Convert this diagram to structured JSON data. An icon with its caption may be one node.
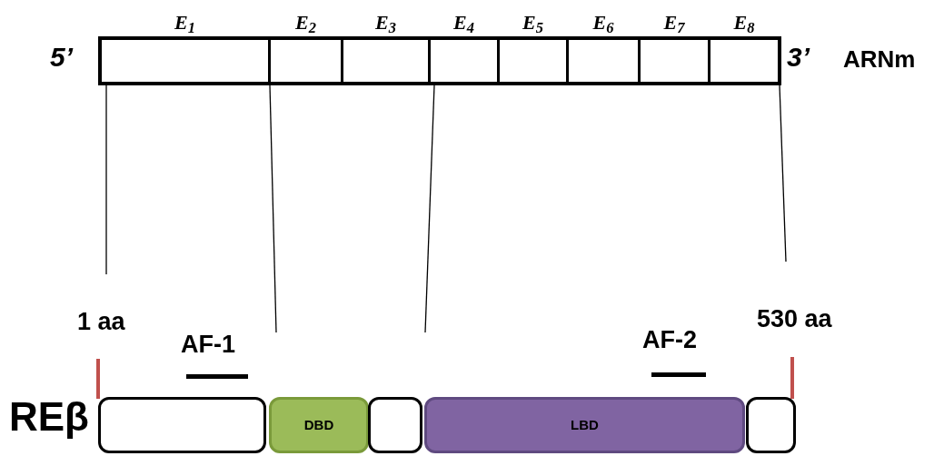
{
  "diagram": {
    "nodes": [
      {
        "text": [
          "E$_{1}$"
        ]
      },
      {
        "text": [
          "E$_{2}$"
        ]
      },
      {
        "text": [
          "E$_{3}$"
        ]
      },
      {
        "text": [
          "E$_{4}$"
        ]
      },
      {
        "text": [
          "E$_{5}$"
        ]
      },
      {
        "text": [
          "E$_{6}$"
        ]
      },
      {
        "text": [
          "E$_{7}$"
        ]
      },
      {
        "text": [
          "E$_{8}$"
        ]
      },
      {
        "text": [],
        "shape": "box"
      },
      {
        "text": [
          "DBD"
        ]
      },
      {
        "text": [],
        "shape": "box"
      },
      {
        "text": [
          "LBD"
        ]
      },
      {
        "text": [],
        "shape": "box"
      }
    ],
    "edges": [
      {
        "from": 0,
        "to": null,
        "arrow": "none"
      },
      {
        "from": 1,
        "to": null,
        "arrow": "none"
      },
      {
        "from": 3,
        "to": null,
        "arrow": "none"
      },
      {
        "from": 7,
        "to": null,
        "arrow": "none"
      }
    ],
    "labels": [
      "5’",
      "3’",
      "ARNm",
      "1 aa",
      "530 aa",
      "AF-1",
      "AF-2",
      "REβ"
    ]
  }
}
